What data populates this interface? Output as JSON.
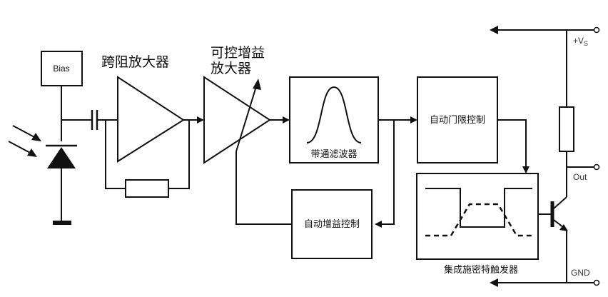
{
  "labels": {
    "bias": "Bias",
    "tia": "跨阻放大器",
    "vga_line1": "可控增益",
    "vga_line2": "放大器",
    "bandpass": "带通滤波器",
    "threshold": "自动门限控制",
    "agc": "自动增益控制",
    "schmitt": "集成施密特触发器",
    "vs": "+V",
    "vs_sub": "S",
    "out": "Out",
    "gnd": "GND"
  }
}
